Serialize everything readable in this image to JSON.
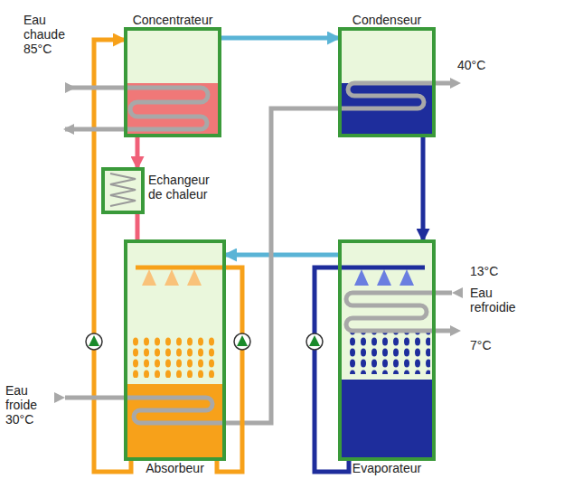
{
  "diagram": {
    "nodes": [
      {
        "text": [
          "Concentrateur"
        ]
      },
      {
        "text": [
          "Condenseur"
        ]
      },
      {
        "text": [
          "Echangeur de chaleur"
        ]
      },
      {
        "text": [
          "Absorbeur"
        ]
      },
      {
        "text": [
          "Evaporateur"
        ]
      }
    ],
    "edges": [
      {
        "from": 0,
        "to": 1,
        "arrow": "to"
      },
      {
        "from": 1,
        "to": 4,
        "arrow": "to"
      },
      {
        "from": 4,
        "to": 3,
        "arrow": "to"
      },
      {
        "from": 0,
        "to": 2,
        "arrow": "to"
      },
      {
        "from": 2,
        "to": 3,
        "arrow": "none"
      },
      {
        "from": 3,
        "to": 0,
        "arrow": "to"
      },
      {
        "from": 3,
        "to": 1,
        "arrow": "none"
      }
    ],
    "labels": [
      "Eau chaude 85°C",
      "40°C",
      "13°C",
      "Eau refroidie",
      "7°C",
      "Eau froide 30°C"
    ]
  }
}
